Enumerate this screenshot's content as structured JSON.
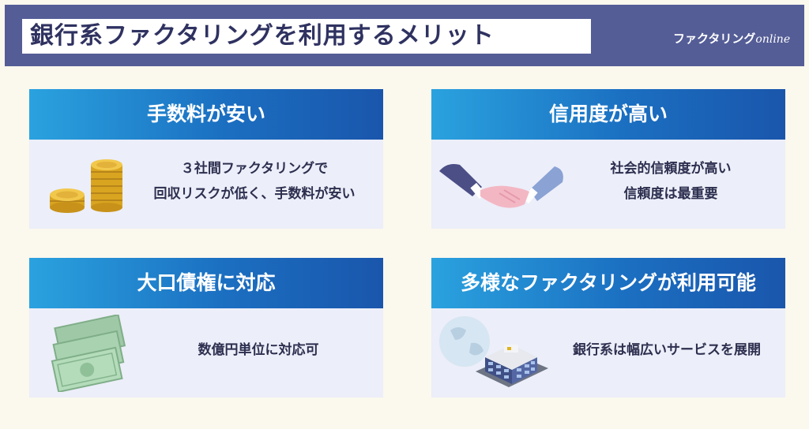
{
  "header": {
    "title": "銀行系ファクタリングを利用するメリット",
    "logo_main": "ファクタリング",
    "logo_sub": "online"
  },
  "cards": [
    {
      "heading": "手数料が安い",
      "lines": [
        "３社間ファクタリングで",
        "回収リスクが低く、手数料が安い"
      ],
      "icon": "coins-icon"
    },
    {
      "heading": "信用度が高い",
      "lines": [
        "社会的信頼度が高い",
        "信頼度は最重要"
      ],
      "icon": "handshake-icon"
    },
    {
      "heading": "大口債権に対応",
      "lines": [
        "数億円単位に対応可"
      ],
      "icon": "banknotes-icon"
    },
    {
      "heading": "多様なファクタリングが利用可能",
      "lines": [
        "銀行系は幅広いサービスを展開"
      ],
      "icon": "globe-building-icon"
    }
  ],
  "colors": {
    "header_bg": "#545d96",
    "card_head_gradient": [
      "#2aa2df",
      "#1a56ac"
    ],
    "card_body_bg": "#eceef9",
    "page_bg": "#fbf8ee"
  }
}
